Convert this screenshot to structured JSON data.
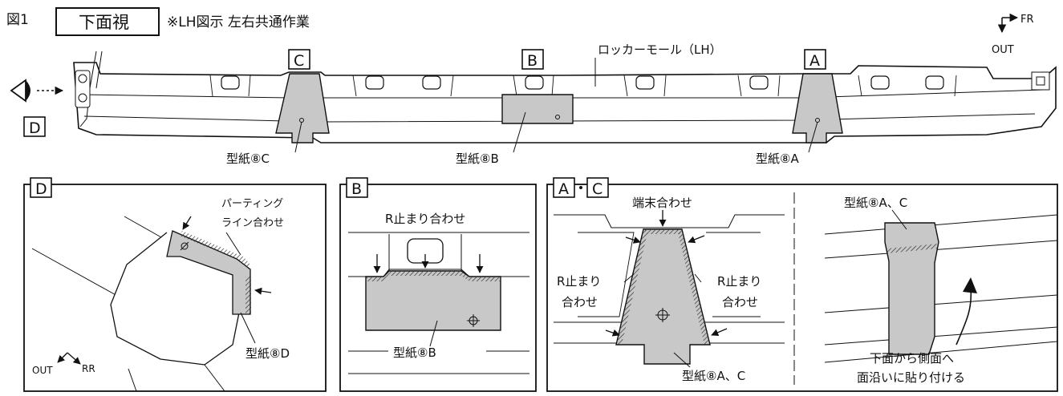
{
  "header": {
    "figure_label": "図1",
    "view_title": "下面視",
    "note": "※LH図示 左右共通作業"
  },
  "orientation": {
    "fr": "FR",
    "out": "OUT"
  },
  "main_view": {
    "part_name": "ロッカーモール（LH）",
    "callouts": [
      "C",
      "B",
      "A",
      "D"
    ],
    "templates": [
      "型紙⑧C",
      "型紙⑧B",
      "型紙⑧A"
    ]
  },
  "panel_d": {
    "title": "D",
    "note_line1": "パーティング",
    "note_line2": "ライン合わせ",
    "template": "型紙⑧D",
    "dir_out": "OUT",
    "dir_rr": "RR"
  },
  "panel_b": {
    "title": "B",
    "note": "R止まり合わせ",
    "template": "型紙⑧B"
  },
  "panel_ac": {
    "title_a": "A",
    "title_c": "C",
    "top_note": "端末合わせ",
    "left_note_1": "R止まり",
    "left_note_2": "合わせ",
    "right_note_1": "R止まり",
    "right_note_2": "合わせ",
    "template": "型紙⑧A、C",
    "side_template": "型紙⑧A、C",
    "side_note_1": "下面から側面へ",
    "side_note_2": "面沿いに貼り付ける"
  },
  "colors": {
    "template_fill": "#c8c8c8",
    "line": "#111111"
  }
}
